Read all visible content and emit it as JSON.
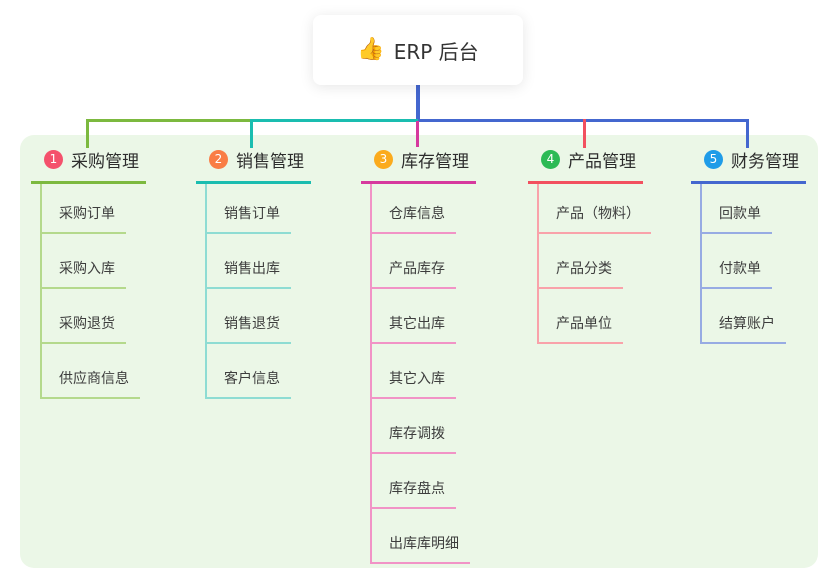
{
  "root": {
    "icon": "👍",
    "label": "ERP 后台"
  },
  "branches": [
    {
      "index": "1",
      "title": "采购管理",
      "circle_color": "#f4516c",
      "line_color": "#7cb93f",
      "light_color": "#b4d98c",
      "children": [
        "采购订单",
        "采购入库",
        "采购退货",
        "供应商信息"
      ]
    },
    {
      "index": "2",
      "title": "销售管理",
      "circle_color": "#f97d45",
      "line_color": "#1abdb0",
      "light_color": "#8edcd3",
      "children": [
        "销售订单",
        "销售出库",
        "销售退货",
        "客户信息"
      ]
    },
    {
      "index": "3",
      "title": "库存管理",
      "circle_color": "#fbab1d",
      "line_color": "#d6399e",
      "light_color": "#f193c6",
      "children": [
        "仓库信息",
        "产品库存",
        "其它出库",
        "其它入库",
        "库存调拨",
        "库存盘点",
        "出库库明细"
      ]
    },
    {
      "index": "4",
      "title": "产品管理",
      "circle_color": "#2cba55",
      "line_color": "#f2505f",
      "light_color": "#f9a2aa",
      "children": [
        "产品（物料）",
        "产品分类",
        "产品单位"
      ]
    },
    {
      "index": "5",
      "title": "财务管理",
      "circle_color": "#1f9ce8",
      "line_color": "#4467cf",
      "light_color": "#97abe3",
      "children": [
        "回款单",
        "付款单",
        "结算账户"
      ]
    }
  ],
  "colors": {
    "canvas_bg": "#ffffff",
    "container_bg": "#ebf7e7",
    "root_connector": "#4467cf",
    "text": "#3d3d3d"
  }
}
